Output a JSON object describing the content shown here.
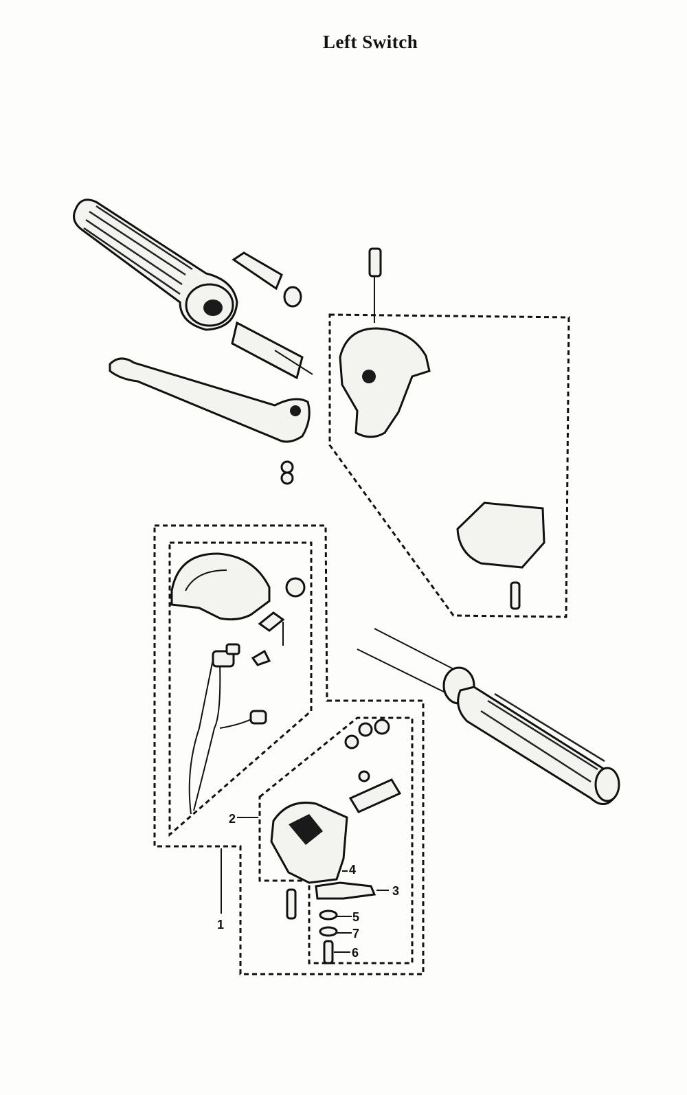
{
  "title": "Left Switch",
  "callouts": [
    {
      "id": "1",
      "label": "1"
    },
    {
      "id": "2",
      "label": "2"
    },
    {
      "id": "3",
      "label": "3"
    },
    {
      "id": "4",
      "label": "4"
    },
    {
      "id": "5",
      "label": "5"
    },
    {
      "id": "6",
      "label": "6"
    },
    {
      "id": "7",
      "label": "7"
    }
  ]
}
